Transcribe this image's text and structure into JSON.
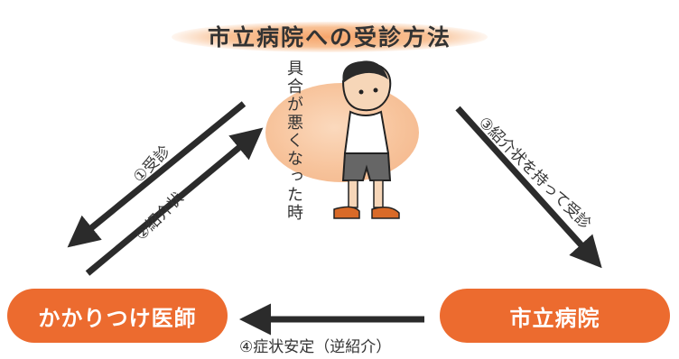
{
  "title": "市立病院への受診方法",
  "center_caption": "具合が悪くなった時",
  "nodes": {
    "clinic": "かかりつけ医師",
    "city_hospital": "市立病院"
  },
  "steps": {
    "step1": "①受診",
    "step2": "②紹介状",
    "step3": "③紹介状を持って受診",
    "step4": "④症状安定（逆紹介）"
  },
  "colors": {
    "accent": "#ec6b2f",
    "blob": "#f7c39b",
    "arrow": "#2b2b2b"
  }
}
